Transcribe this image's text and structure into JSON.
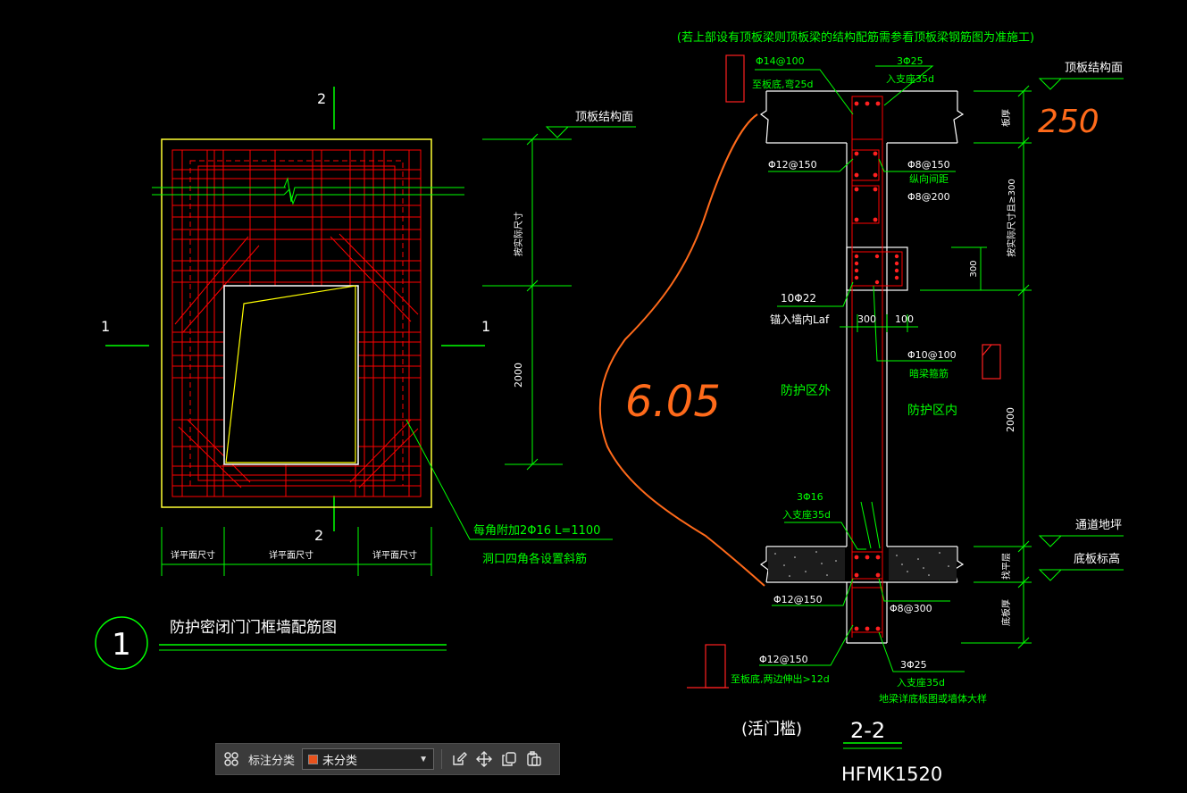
{
  "drawing": {
    "top_note": "(若上部设有顶板梁则顶板梁的结构配筋需参看顶板梁钢筋图为准施工)",
    "left_view": {
      "section_marks": [
        "2",
        "2",
        "1",
        "1"
      ],
      "top_label": "顶板结构面",
      "dim_vertical_upper": "按实际尺寸",
      "dim_vertical_lower": "2000",
      "dim_bottom_left": "详平面尺寸",
      "dim_bottom_mid": "详平面尺寸",
      "dim_bottom_right": "详平面尺寸",
      "callout_main": "每角附加2Φ16 L=1100",
      "callout_sub": "洞口四角各设置斜筋"
    },
    "title_block": {
      "number": "1",
      "title": "防护密闭门门框墙配筋图"
    },
    "section_view": {
      "rebar_top_left": "Φ14@100",
      "rebar_top_left_note": "至板底,弯25d",
      "rebar_top_right": "3Φ25",
      "rebar_top_right_note": "入支座35d",
      "label_top_slab": "顶板结构面",
      "slab_thickness_label": "板厚",
      "rebar_mid_left": "Φ12@150",
      "rebar_mid_right": "Φ8@150",
      "rebar_mid_right_note": "纵向间距",
      "rebar_mid_right_2": "Φ8@200",
      "dim_right_upper": "按实际尺寸且≥300",
      "dim_300_vertical": "300",
      "rebar_beam_main": "10Φ22",
      "rebar_beam_anchor": "锚入墙内Laf",
      "dim_300": "300",
      "dim_100": "100",
      "rebar_stirrup": "Φ10@100",
      "rebar_stirrup_note": "暗梁箍筋",
      "zone_outside": "防护区外",
      "zone_inside": "防护区内",
      "dim_right_2000": "2000",
      "rebar_bottom_main": "3Φ16",
      "rebar_bottom_main_note": "入支座35d",
      "label_floor": "通道地坪",
      "label_bottom_level": "底板标高",
      "layer_label": "找平层",
      "base_slab_label": "底板厚",
      "rebar_low_left": "Φ12@150",
      "rebar_low_right": "Φ8@300",
      "rebar_base_left": "Φ12@150",
      "rebar_base_left_note": "至板底,两边伸出>12d",
      "rebar_base_right": "3Φ25",
      "rebar_base_right_note": "入支座35d",
      "rebar_base_right_note2": "地梁详底板图或墙体大样",
      "caption_left": "(活门槛)",
      "caption_section": "2-2",
      "model_code": "HFMK1520"
    },
    "handwritten": {
      "top_value": "250",
      "left_value": "6.05"
    }
  },
  "toolbar": {
    "category_label": "标注分类",
    "selected_category": "未分类",
    "swatch_color": "#e8521c"
  },
  "colors": {
    "background": "#000000",
    "rebar": "#ff0000",
    "outline": "#ffffff",
    "dimension": "#00ff00",
    "opening": "#ffff00",
    "markup": "#ff6a1a"
  }
}
